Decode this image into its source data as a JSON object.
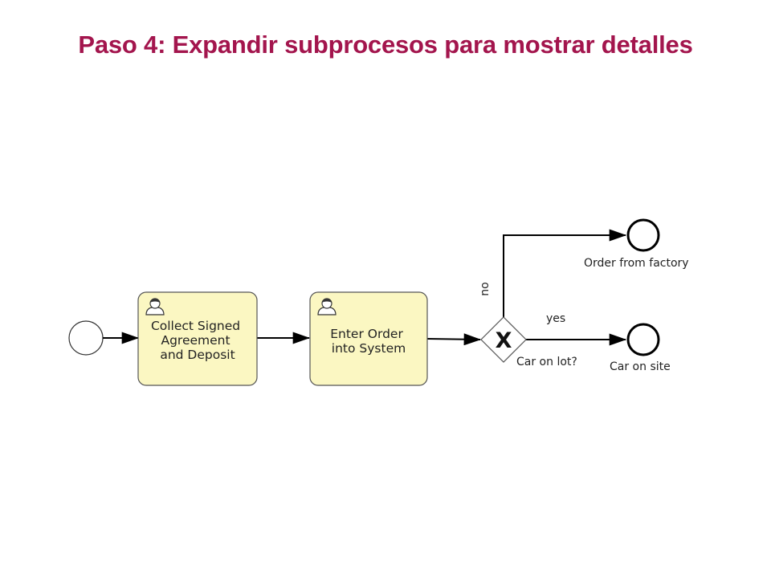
{
  "slide": {
    "title": "Paso 4: Expandir subprocesos para mostrar detalles"
  },
  "diagram": {
    "tasks": [
      {
        "lines": [
          "Collect Signed",
          "Agreement",
          "and Deposit"
        ],
        "icon": "user-icon"
      },
      {
        "lines": [
          "Enter Order",
          "into System"
        ],
        "icon": "user-icon"
      }
    ],
    "gateway": {
      "marker": "X",
      "label": "Car on lot?",
      "type": "exclusive"
    },
    "flows": {
      "no": "no",
      "yes": "yes"
    },
    "end_events": [
      {
        "label": "Order from factory"
      },
      {
        "label": "Car on site"
      }
    ],
    "colors": {
      "title": "#A3154D",
      "task_fill": "#FBF7C2",
      "stroke": "#000000"
    }
  }
}
